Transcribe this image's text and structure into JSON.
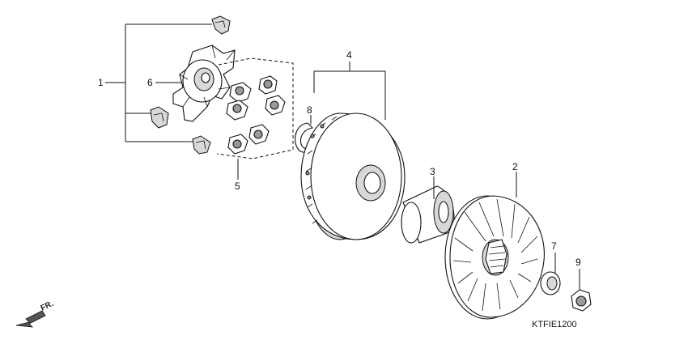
{
  "callouts": {
    "c1": "1",
    "c2": "2",
    "c3": "3",
    "c4": "4",
    "c5": "5",
    "c6": "6",
    "c7": "7",
    "c8": "8",
    "c9": "9"
  },
  "diagram_code": "KTFIE1200",
  "front_indicator": "FR.",
  "colors": {
    "line": "#111111",
    "shade": "#9a9a9a",
    "light": "#d8d8d8"
  }
}
